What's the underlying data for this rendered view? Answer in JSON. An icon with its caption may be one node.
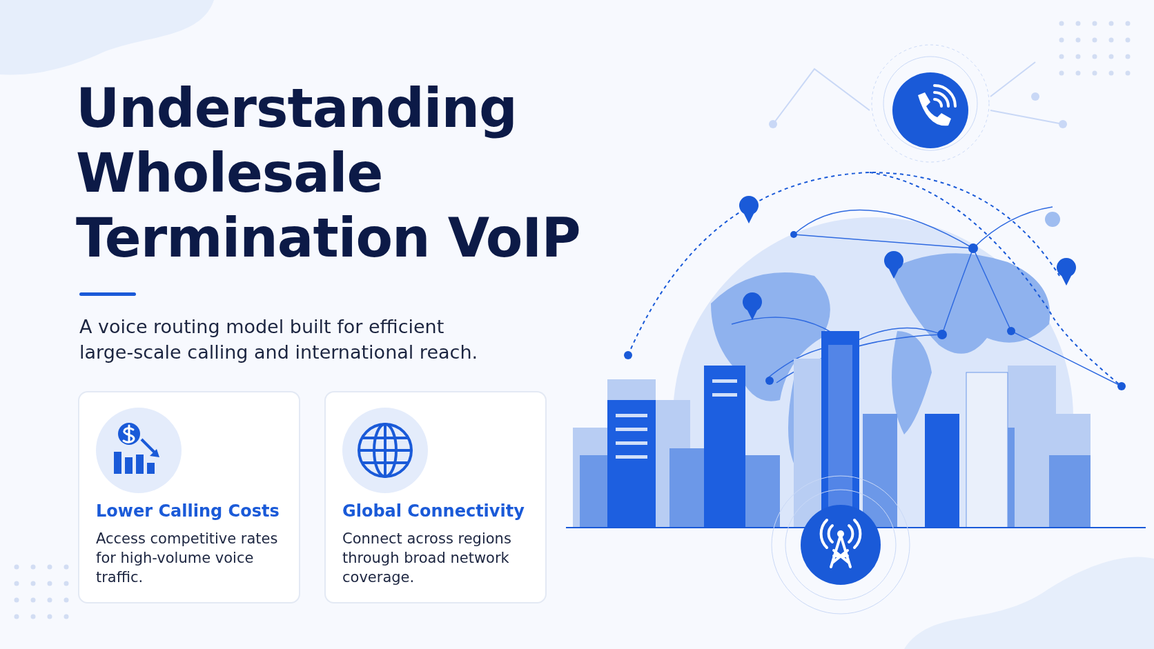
{
  "diagram": {
    "title": "Understanding Wholesale Termination VoIP",
    "nodes": [
      {
        "text": [
          "Lower Calling Costs",
          "Access competitive rates for high-volume voice traffic."
        ]
      },
      {
        "text": [
          "Global Connectivity",
          "Connect across regions through broad network coverage."
        ]
      }
    ],
    "labels": [
      "A voice routing model built for efficient large-scale calling and international reach."
    ]
  }
}
